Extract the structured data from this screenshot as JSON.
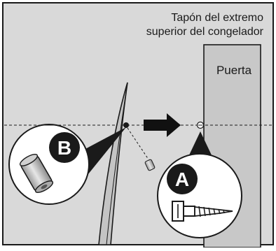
{
  "caption": {
    "line1": "Tapón del extremo",
    "line2": "superior del congelador"
  },
  "door_label": "Puerta",
  "callouts": {
    "a": "A",
    "b": "B"
  },
  "colors": {
    "background": "#d9d9d9",
    "door": "#c8c8c8",
    "outline": "#1a1a1a",
    "badge": "#1a1a1a",
    "badge_text": "#ffffff"
  },
  "icons": {
    "arrow": "right-arrow-icon",
    "screw": "hinge-screw-icon",
    "plug": "cap-plug-icon"
  }
}
